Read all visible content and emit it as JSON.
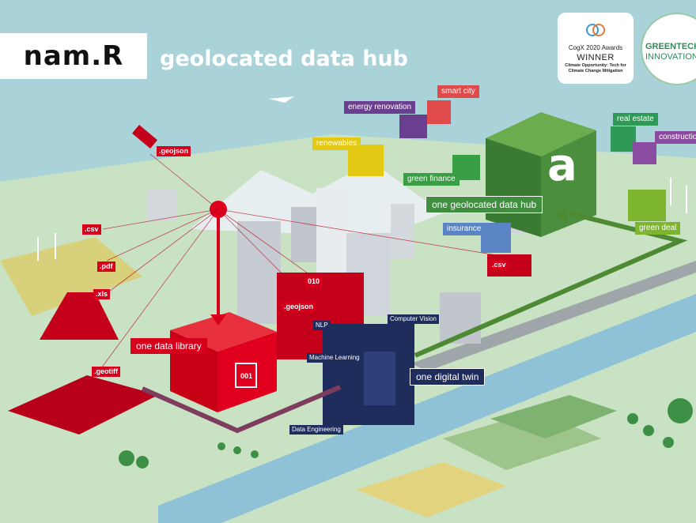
{
  "header": {
    "logo_text": "nam.R",
    "title": "geolocated data hub"
  },
  "awards": {
    "cogx": {
      "line1": "CogX 2020 Awards",
      "line2": "WINNER",
      "line3a": "Climate Opportunity: Tech for",
      "line3b": "Climate Change Mitigation"
    },
    "seal": {
      "line1": "GREENTECH",
      "line2": "INNOVATION"
    }
  },
  "file_tags": [
    ".geojson",
    ".csv",
    ".pdf",
    ".xls",
    ".geotiff",
    ".geojson",
    "010",
    ".csv"
  ],
  "components": {
    "library": "one data library",
    "twin": "one digital twin",
    "hub": "one geolocated data hub",
    "hub_glyph": "a",
    "library_code": "001"
  },
  "ai_tags": [
    "NLP",
    "Computer Vision",
    "Machine Learning",
    "Data Engineering"
  ],
  "use_cases": [
    {
      "label": "energy renovation",
      "color": "#6b3f8f"
    },
    {
      "label": "smart city",
      "color": "#e04a4a"
    },
    {
      "label": "renewables",
      "color": "#e3c814"
    },
    {
      "label": "green finance",
      "color": "#3a9e45"
    },
    {
      "label": "insurance",
      "color": "#5b84c4"
    },
    {
      "label": "real estate",
      "color": "#2f9a55"
    },
    {
      "label": "construction",
      "color": "#8a4ca0"
    },
    {
      "label": "green deal",
      "color": "#7db52f"
    }
  ],
  "colors": {
    "sky": "#a9d3d9",
    "red": "#d6001c",
    "navy": "#1f2d5c",
    "green": "#3f8f3f"
  }
}
